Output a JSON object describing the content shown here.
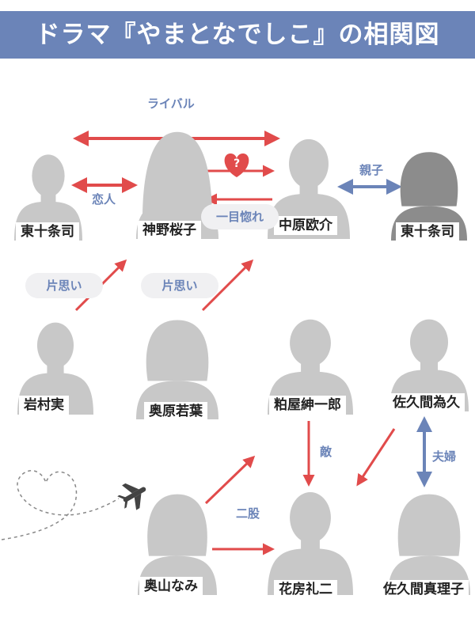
{
  "title": "ドラマ『やまとなでしこ』の相関図",
  "colors": {
    "header": "#6b84b8",
    "red_arrow": "#e14b4b",
    "blue_arrow": "#6b84b8",
    "silhouette": "#c8c8c8",
    "silhouette_dark": "#8c8c8c"
  },
  "characters": {
    "tojo_left": "東十条司",
    "jinno": "神野桜子",
    "nakahara": "中原欧介",
    "tojo_right": "東十条司",
    "iwamura": "岩村実",
    "okuhara": "奥原若葉",
    "kasuya": "粕屋紳一郎",
    "sakuma_tamehisa": "佐久間為久",
    "okuyama": "奥山なみ",
    "hanabusa": "花房礼二",
    "sakuma_mariko": "佐久間真理子"
  },
  "relations": {
    "rival": "ライバル",
    "lovers": "恋人",
    "love_at_first_sight": "一目惚れ",
    "parent_child": "親子",
    "unrequited_1": "片思い",
    "unrequited_2": "片思い",
    "enemy": "敵",
    "married": "夫婦",
    "two_timing": "二股"
  },
  "icons": [
    "question-heart-icon",
    "airplane-icon",
    "dashed-heart-trail-icon",
    "person-silhouette-icon"
  ]
}
